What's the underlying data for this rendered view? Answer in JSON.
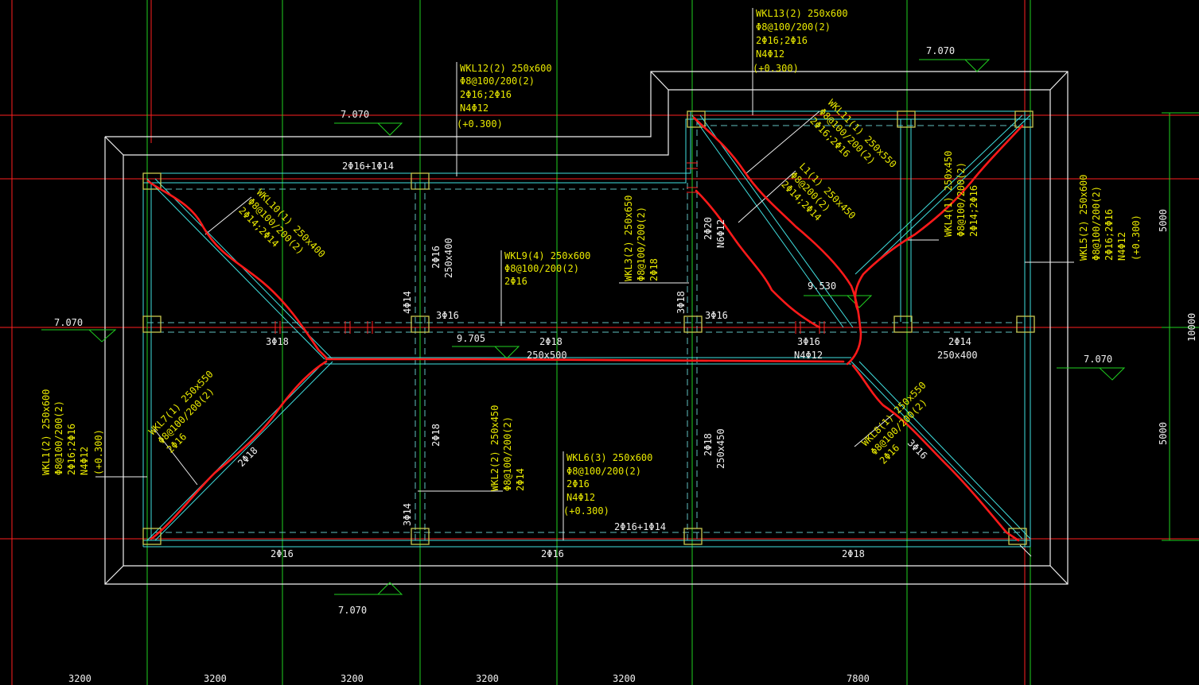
{
  "colors": {
    "background": "#000000",
    "axis_red": "#ff2020",
    "axis_green": "#20d020",
    "outline": "#f0f0f0",
    "beam_cyan": "#40e0e0",
    "hidden_dash": "#60c0c0",
    "label_yellow": "#e8e800",
    "markup_red": "#ff1a1a",
    "column_fill": "#c8c850"
  },
  "elevations": {
    "e1": "7.070",
    "e2": "7.070",
    "e3": "7.070",
    "e4": "7.070",
    "e5": "7.070",
    "ridge": "9.705",
    "ridge2": "9.530"
  },
  "beams": {
    "wkl12": [
      "WKL12(2) 250x600",
      "Φ8@100/200(2)",
      "2Φ16;2Φ16",
      "N4Φ12",
      "(+0.300)"
    ],
    "wkl13": [
      "WKL13(2) 250x600",
      "Φ8@100/200(2)",
      "2Φ16;2Φ16",
      "N4Φ12",
      "(+0.300)"
    ],
    "wkl9": [
      "WKL9(4) 250x600",
      "Φ8@100/200(2)",
      "2Φ16"
    ],
    "wkl6": [
      "WKL6(3) 250x600",
      "Φ8@100/200(2)",
      "2Φ16",
      "N4Φ12",
      "(+0.300)"
    ],
    "wkl1": [
      "WKL1(2) 250x600",
      "Φ8@100/200(2)",
      "2Φ16;2Φ16",
      "N4Φ12",
      "(+0.300)"
    ],
    "wkl5": [
      "WKL5(2) 250x600",
      "Φ8@100/200(2)",
      "2Φ16;2Φ16",
      "N4Φ12",
      "(+0.300)"
    ],
    "wkl10": [
      "WKL10(1) 250x400",
      "Φ8@100/200(2)",
      "2Φ14;2Φ14"
    ],
    "wkl11": [
      "WKL11(1) 250x550",
      "Φ8@100/200(2)",
      "2Φ16;2Φ16"
    ],
    "l1": [
      "L1(1) 250x450",
      "Φ8@200(2)",
      "2Φ14;2Φ14"
    ],
    "wkl7": [
      "WKL7(1) 250x550",
      "Φ8@100/200(2)",
      "2Φ16"
    ],
    "wkl8": [
      "WKL8(1) 250x550",
      "Φ8@100/200(2)",
      "2Φ16"
    ],
    "wkl3": [
      "WKL3(2) 250x650",
      "Φ8@100/200(2)",
      "2Φ18"
    ],
    "wkl2": [
      "WKL2(2) 250x450",
      "Φ8@100/200(2)",
      "2Φ14"
    ],
    "wkl4": [
      "WKL4(1) 250x450",
      "Φ8@100/200(2)",
      "2Φ14;2Φ16"
    ]
  },
  "rebar": {
    "top_span": "2Φ16+1Φ14",
    "mid_left": "3Φ18",
    "mid_a": "3Φ16",
    "mid_b": "2Φ18",
    "mid_b_size": "250x500",
    "mid_c": "3Φ16",
    "mid_d": "3Φ16",
    "mid_d_n": "N4Φ12",
    "mid_e": "2Φ14",
    "mid_e_size": "250x400",
    "v_4phi14": "4Φ14",
    "v_2phi16": "2Φ16",
    "v_250x400": "250x400",
    "v_3phi18": "3Φ18",
    "v_2phi20": "2Φ20",
    "v_n6": "N6Φ12",
    "v_2phi18a": "2Φ18",
    "v_2phi18b": "2Φ18",
    "v_250x450": "250x450",
    "v_3phi14": "3Φ14",
    "diag_2phi18": "2Φ18",
    "diag_3phi16": "3Φ16",
    "bot_span2": "2Φ16+1Φ14",
    "bot_1": "2Φ16",
    "bot_2": "2Φ16",
    "bot_3": "2Φ18"
  },
  "dims": {
    "bottom": [
      "3200",
      "3200",
      "3200",
      "3200",
      "3200",
      "7800"
    ],
    "right": [
      "5000",
      "10000",
      "5000"
    ]
  }
}
